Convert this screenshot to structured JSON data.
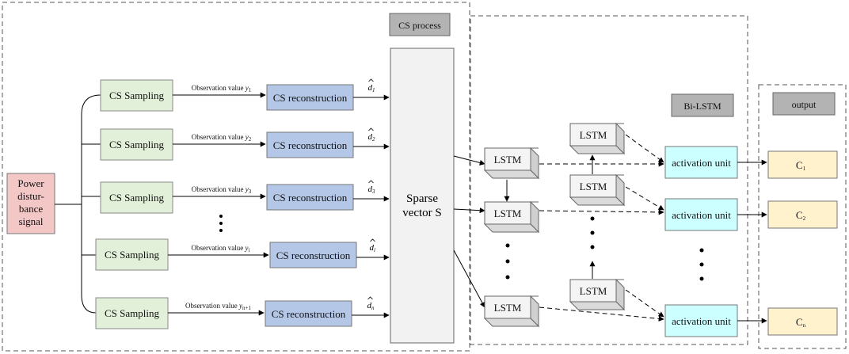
{
  "input": {
    "line1": "Power",
    "line2": "distur-",
    "line3": "bance",
    "line4": "signal"
  },
  "sampling": {
    "label": "CS Sampling"
  },
  "reconstruction": {
    "label": "CS reconstruction"
  },
  "observation": {
    "prefix": "Observation value",
    "subs": [
      "1",
      "2",
      "3",
      "i",
      "n+1"
    ]
  },
  "estimates": {
    "letter": "d",
    "subs": [
      "1",
      "2",
      "3",
      "i",
      "n"
    ]
  },
  "sparse": {
    "line1": "Sparse",
    "line2": "vector S"
  },
  "headers": {
    "cs_process": "CS process",
    "bilstm": "Bi-LSTM",
    "output": "output"
  },
  "lstm": {
    "label": "LSTM"
  },
  "activation": {
    "label": "activation unit"
  },
  "outputs": {
    "letter": "C",
    "subs": [
      "1",
      "2",
      "n"
    ]
  },
  "colors": {
    "input": "#f4c7c7",
    "sampling": "#e2efd9",
    "reconstruction": "#b4c7e7",
    "activation": "#ccffff",
    "output": "#fff2cc",
    "header": "#b3b3b3",
    "sparse": "#f2f2f2"
  }
}
